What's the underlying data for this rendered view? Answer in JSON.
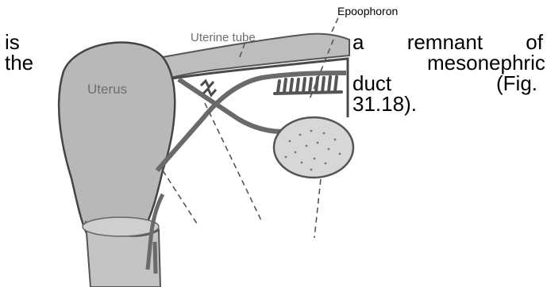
{
  "figure": {
    "labels": {
      "uterus": "Uterus",
      "uterine_tube": "Uterine tube",
      "epoophoron": "Epoophoron"
    }
  },
  "passage": {
    "left_column": {
      "line1": "is",
      "line2": "the"
    },
    "right_column": {
      "line1_words": [
        "a",
        "remnant",
        "of"
      ],
      "line2": "mesonephric",
      "line3_words": [
        "duct",
        "(Fig."
      ],
      "line4": "31.18)."
    }
  }
}
